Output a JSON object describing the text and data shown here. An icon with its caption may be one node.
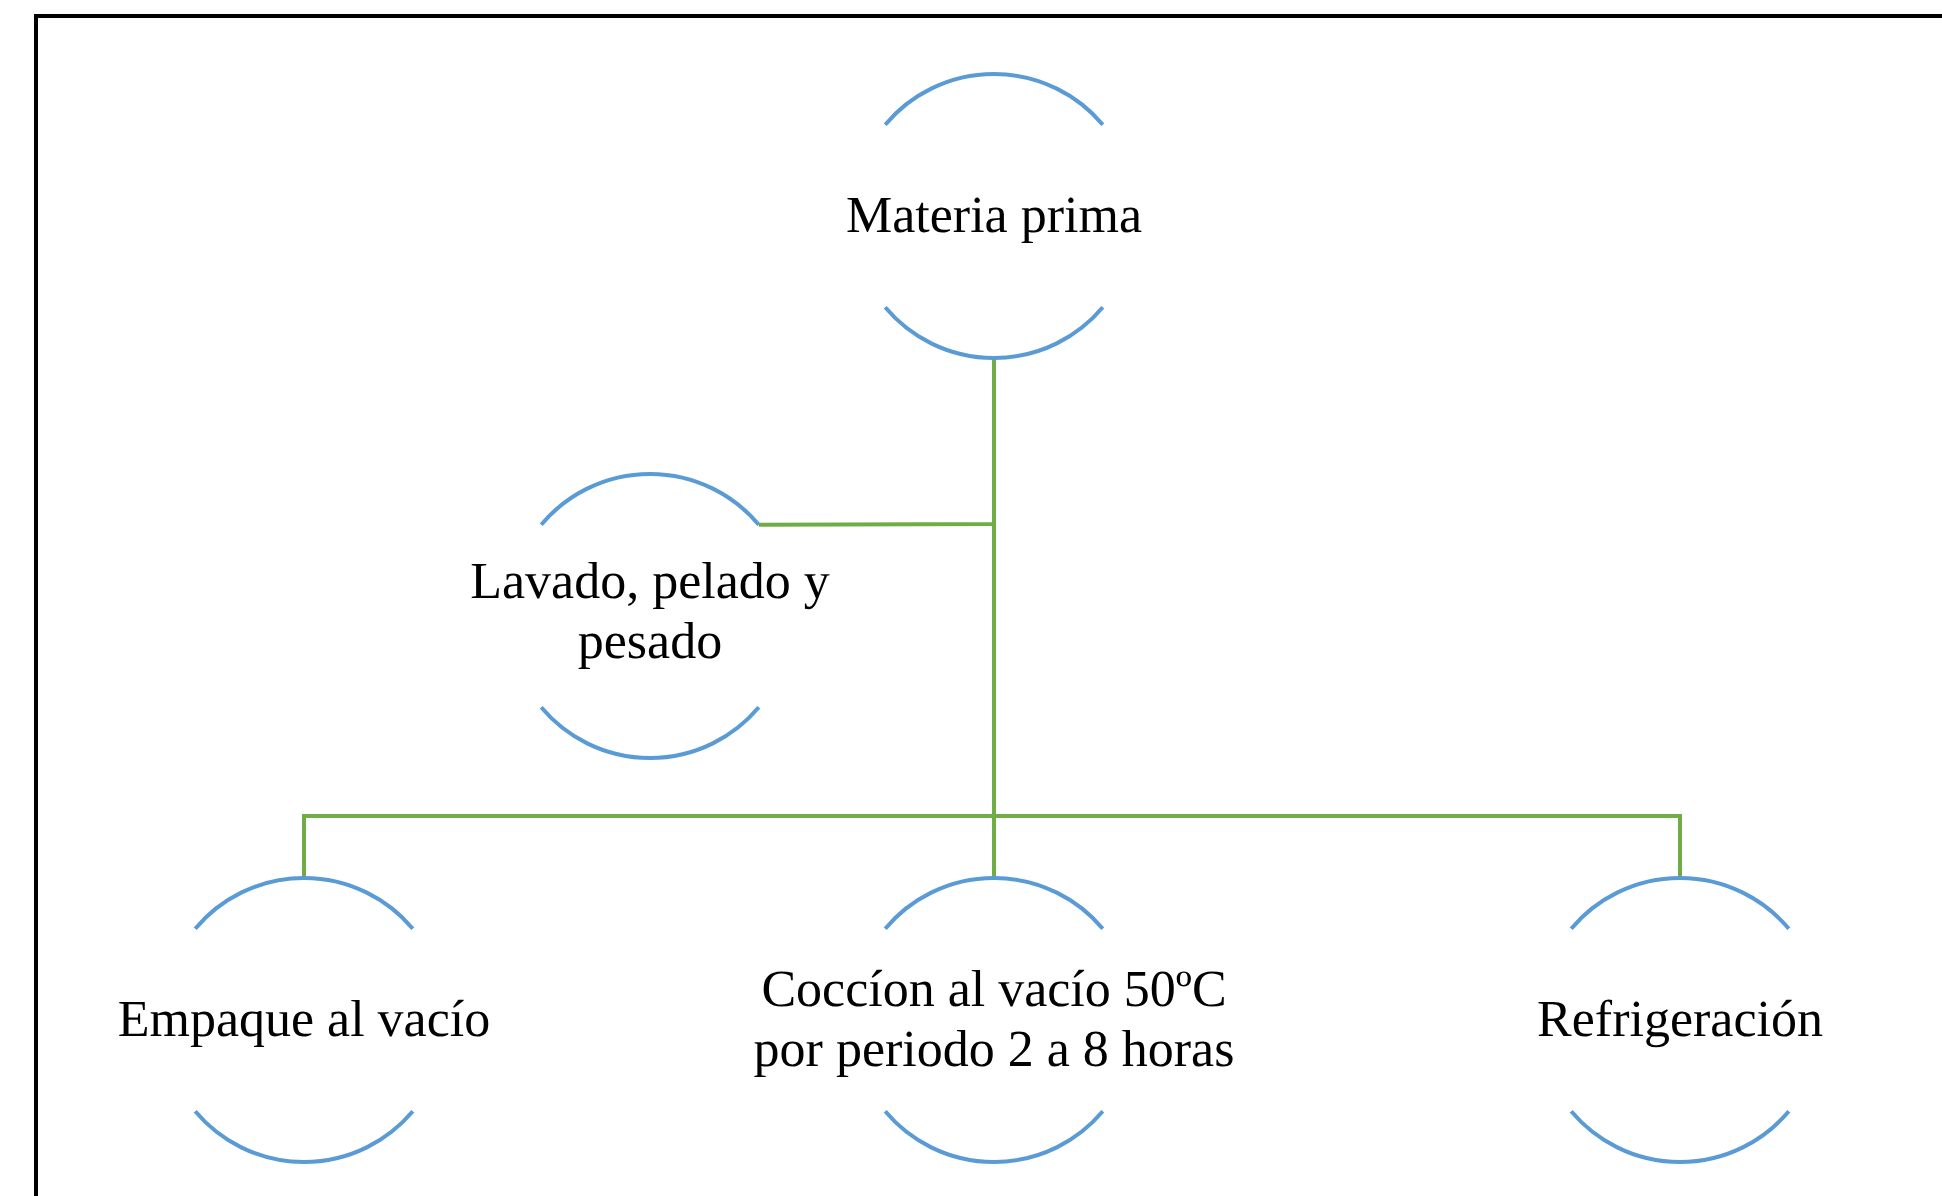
{
  "diagram": {
    "nodes": [
      {
        "text": [
          "Materia prima"
        ]
      },
      {
        "text": [
          "Lavado, pelado y pesado"
        ]
      },
      {
        "text": [
          "Empaque al vacío"
        ]
      },
      {
        "text": [
          "Coccíon al vacío 50ºC por periodo 2 a 8 horas"
        ]
      },
      {
        "text": [
          "Refrigeración"
        ]
      }
    ],
    "edges": [
      {
        "from": 0,
        "to": 1,
        "arrow": "none"
      },
      {
        "from": 0,
        "to": 2,
        "arrow": "none"
      },
      {
        "from": 0,
        "to": 3,
        "arrow": "none"
      },
      {
        "from": 0,
        "to": 4,
        "arrow": "none"
      }
    ]
  }
}
